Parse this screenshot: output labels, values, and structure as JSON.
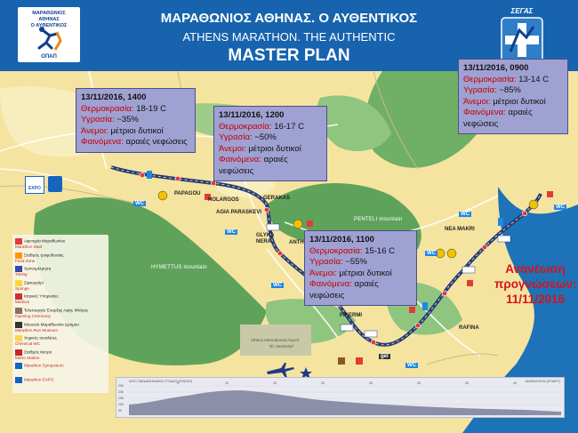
{
  "header": {
    "title_gr": "ΜΑΡΑΘΩΝΙΟΣ ΑΘΗΝΑΣ. Ο ΑΥΘΕΝΤΙΚΟΣ",
    "title_en": "ATHENS MARATHON. THE AUTHENTIC",
    "title_plan": "MASTER PLAN"
  },
  "logos": {
    "left_l1": "ΜΑΡΑΘΩΝΙΟΣ",
    "left_l2": "ΑΘΗΝΑΣ",
    "left_l3": "Ο ΑΥΘΕΝΤΙΚΟΣ",
    "left_brand": "ΟΠΑΠ",
    "right": "ΣΕΓΑΣ"
  },
  "forecasts": [
    {
      "datetime": "13/11/2016, 1400",
      "temp_label": "Θερμοκρασία:",
      "temp": "18-19 C",
      "hum_label": "Υγρασία:",
      "hum": "~35%",
      "wind_label": "Άνεμοι:",
      "wind": "μέτριοι δυτικοί",
      "phen_label": "Φαινόμενα:",
      "phen": "αραιές νεφώσεις"
    },
    {
      "datetime": "13/11/2016, 1200",
      "temp_label": "Θερμοκρασία:",
      "temp": "16-17 C",
      "hum_label": "Υγρασία:",
      "hum": "~50%",
      "wind_label": "Άνεμοι:",
      "wind": "μέτριοι δυτικοί",
      "phen_label": "Φαινόμενα:",
      "phen": "αραιές νεφώσεις"
    },
    {
      "datetime": "13/11/2016, 1100",
      "temp_label": "Θερμοκρασία:",
      "temp": "15-16 C",
      "hum_label": "Υγρασία:",
      "hum": "~55%",
      "wind_label": "Άνεμοι:",
      "wind": "μέτριοι δυτικοί",
      "phen_label": "Φαινόμενα:",
      "phen": "αραιές νεφώσεις"
    },
    {
      "datetime": "13/11/2016, 0900",
      "temp_label": "Θερμοκρασία:",
      "temp": "13-14 C",
      "hum_label": "Υγρασία:",
      "hum": "~85%",
      "wind_label": "Άνεμοι:",
      "wind": "μέτριοι δυτικοί",
      "phen_label": "Φαινόμενα:",
      "phen": "αραιές νεφώσεις"
    }
  ],
  "update_note": "Ανανέωση προγνώσεων: 11/11/2016",
  "places": {
    "papagou": "PAPAGOU",
    "holargos": "HOLARGOS",
    "gerakas": "GERAKAS",
    "agia_paraskevi": "AGIA PARASKEVI",
    "glyka_nera": "GLYKA NERA",
    "anthousa": "ANTHO",
    "nea_makri": "NEA MAKRI",
    "pikermi": "PIKERMI",
    "rafina": "RAFINA",
    "airport_l1": "Athens International Airport",
    "airport_l2": "\"El. Venizelos\""
  },
  "mountains": {
    "hymettus": "HYMETTUS mountain",
    "penteli": "PENTELI mountain"
  },
  "badges": {
    "expo": "EXPO",
    "wc": "WC",
    "gel": "gel"
  },
  "legend": [
    {
      "gr": "Αφετηρία Μαραθωνίου",
      "en": "Marathon Start",
      "icon_color": "#e53935"
    },
    {
      "gr": "Σταθμός τροφοδοσίας",
      "en": "Food Zone",
      "icon_color": "#ff9800"
    },
    {
      "gr": "Χρονομέτρηση",
      "en": "Timing",
      "icon_color": "#3949ab"
    },
    {
      "gr": "Σφουγγάρι",
      "en": "Sponge",
      "icon_color": "#fdd835"
    },
    {
      "gr": "Ιατρικές Υπηρεσίες",
      "en": "Medical",
      "icon_color": "#d32f2f"
    },
    {
      "gr": "Τελετουργία Έναρξης Αφής Φλόγας",
      "en": "Opening Ceremony",
      "icon_color": "#8d6e63"
    },
    {
      "gr": "Μουσείο Μαραθωνίου Δρόμου",
      "en": "Marathon Run Museum",
      "icon_color": "#333333"
    },
    {
      "gr": "Χημικές τουαλέτες",
      "en": "Chemical WC",
      "icon_color": "#ffd54f"
    },
    {
      "gr": "Σταθμός Μετρό",
      "en": "Metro Station",
      "icon_color": "#c62828"
    },
    {
      "gr": "",
      "en": "Marathon Symposium",
      "icon_color": "#1565c0"
    },
    {
      "gr": "",
      "en": "Marathon EXPO",
      "icon_color": "#1565c0"
    }
  ],
  "elevation": {
    "start_label": "ΑΠΟ ΠΑΝΑΘΗΝΑΪΚΟ ΣΤΑΔΙΟ (FINISH)",
    "end_label": "MARATHON (START)",
    "y_ticks": [
      "250",
      "200",
      "150",
      "100",
      "50"
    ],
    "x_ticks": [
      "5",
      "10",
      "15",
      "20",
      "25",
      "30",
      "35",
      "40"
    ]
  },
  "colors": {
    "sea": "#1d72b8",
    "land": "#f5e4a0",
    "green": "#5fa35a",
    "route": "#1f3a8a",
    "bubble": "#9fa1d3",
    "update_red": "#d6131c"
  }
}
